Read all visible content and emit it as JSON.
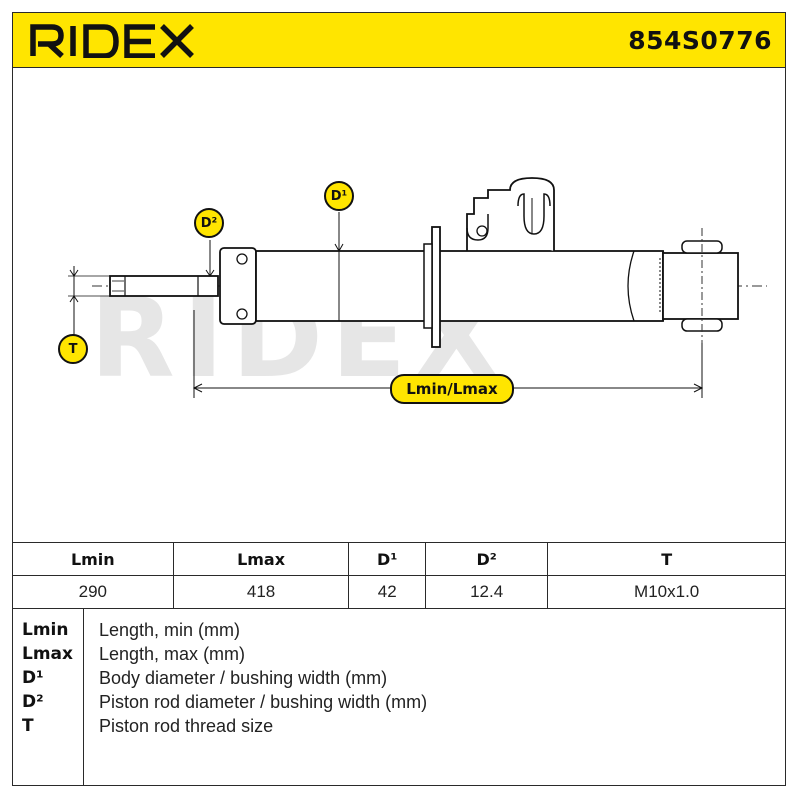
{
  "header": {
    "brand": "RIDEX",
    "part_number": "854S0776"
  },
  "colors": {
    "accent": "#ffe500",
    "ink": "#111111"
  },
  "diagram": {
    "labels": {
      "d1": "D¹",
      "d2": "D²",
      "t": "T",
      "length": "Lmin/Lmax"
    },
    "watermark": "RIDEX"
  },
  "specs": {
    "headers": [
      "Lmin",
      "Lmax",
      "D¹",
      "D²",
      "T"
    ],
    "values": [
      "290",
      "418",
      "42",
      "12.4",
      "M10x1.0"
    ]
  },
  "legend": [
    {
      "key": "Lmin",
      "desc": "Length, min (mm)"
    },
    {
      "key": "Lmax",
      "desc": "Length, max (mm)"
    },
    {
      "key": "D¹",
      "desc": "Body diameter / bushing width (mm)"
    },
    {
      "key": "D²",
      "desc": "Piston rod diameter / bushing width (mm)"
    },
    {
      "key": "T",
      "desc": "Piston rod thread size"
    }
  ]
}
